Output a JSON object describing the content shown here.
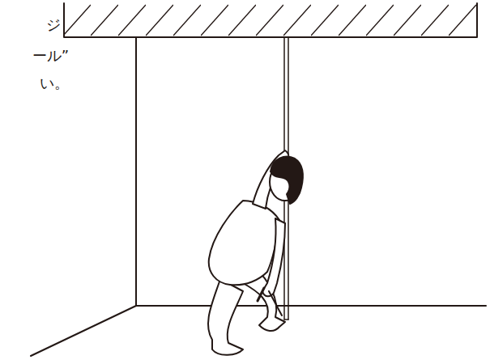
{
  "diagram": {
    "labels": [
      "ジ",
      "ール”",
      "い。"
    ]
  }
}
